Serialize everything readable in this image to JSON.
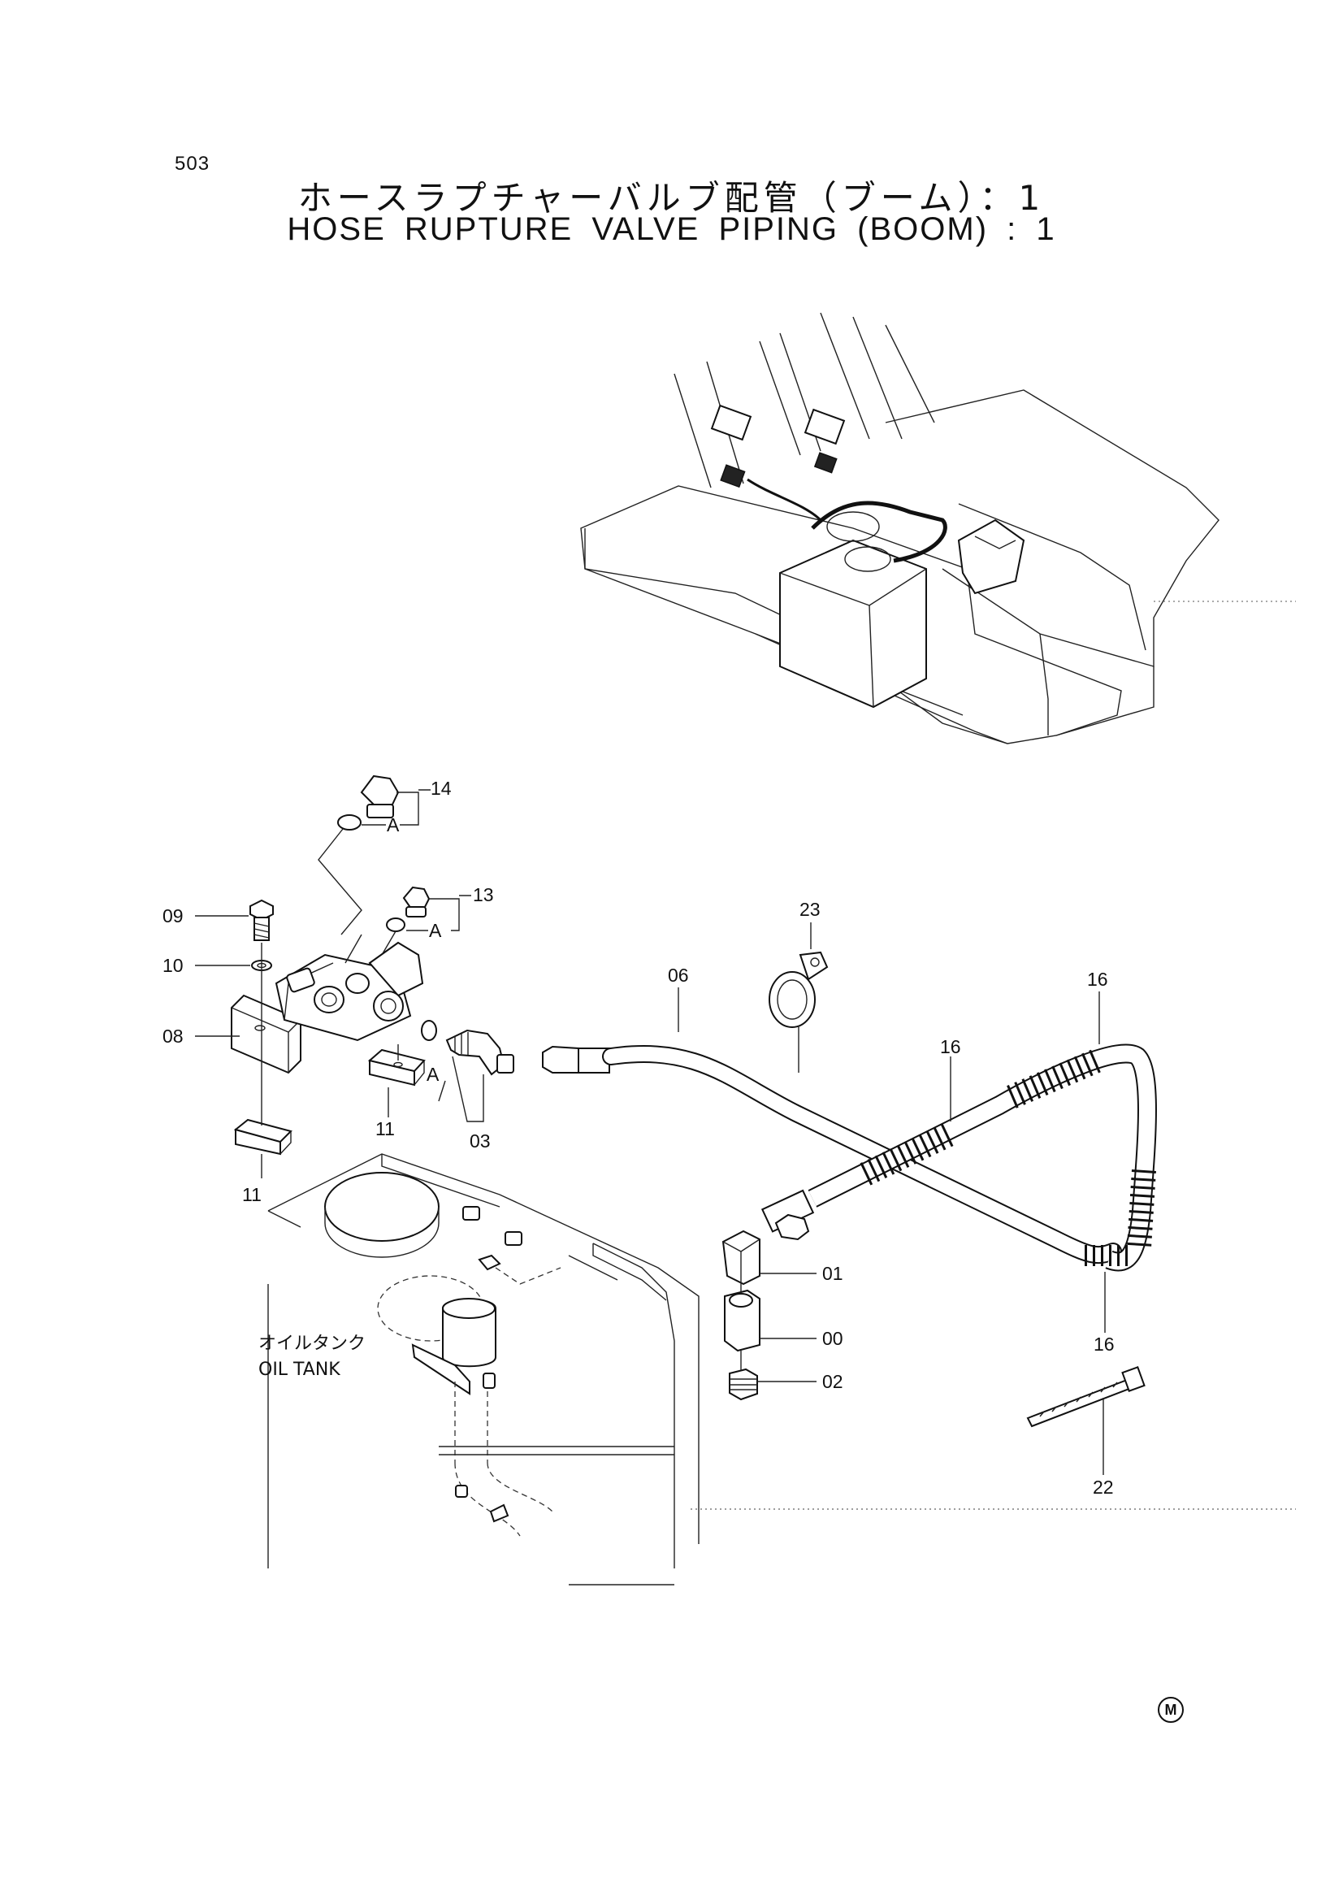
{
  "page_number": "503",
  "title_jp": "ホースラプチャーバルブ配管（ブーム）：1",
  "title_en": "HOSE RUPTURE VALVE PIPING (BOOM) : 1",
  "callouts": {
    "c14": "14",
    "cA14": "A",
    "c13": "13",
    "cA13": "A",
    "c09": "09",
    "c10": "10",
    "c08": "08",
    "c11a": "11",
    "c11b": "11",
    "cA03": "A",
    "c03": "03",
    "c06": "06",
    "c23": "23",
    "c16a": "16",
    "c16b": "16",
    "c16c": "16",
    "c01": "01",
    "c00": "00",
    "c02": "02",
    "c22": "22"
  },
  "oil_tank_jp": "オイルタンク",
  "oil_tank_en": "OIL TANK",
  "mark": "M"
}
